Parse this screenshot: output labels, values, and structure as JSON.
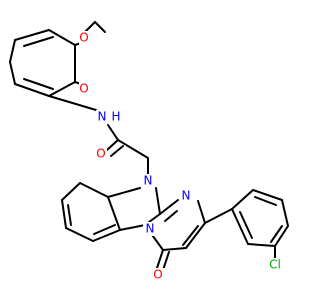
{
  "molecule": {
    "atom_labels": {
      "o1": "O",
      "o2": "O",
      "nh_n": "N",
      "nh_h": "H",
      "o_amide": "O",
      "n_imid": "N",
      "n_pyr": "N",
      "n_bridge": "N",
      "o_keto": "O",
      "cl": "Cl"
    },
    "colors": {
      "bond": "#000000",
      "nitrogen": "#0000ff",
      "oxygen": "#ff0000",
      "chlorine": "#00aa00"
    }
  }
}
